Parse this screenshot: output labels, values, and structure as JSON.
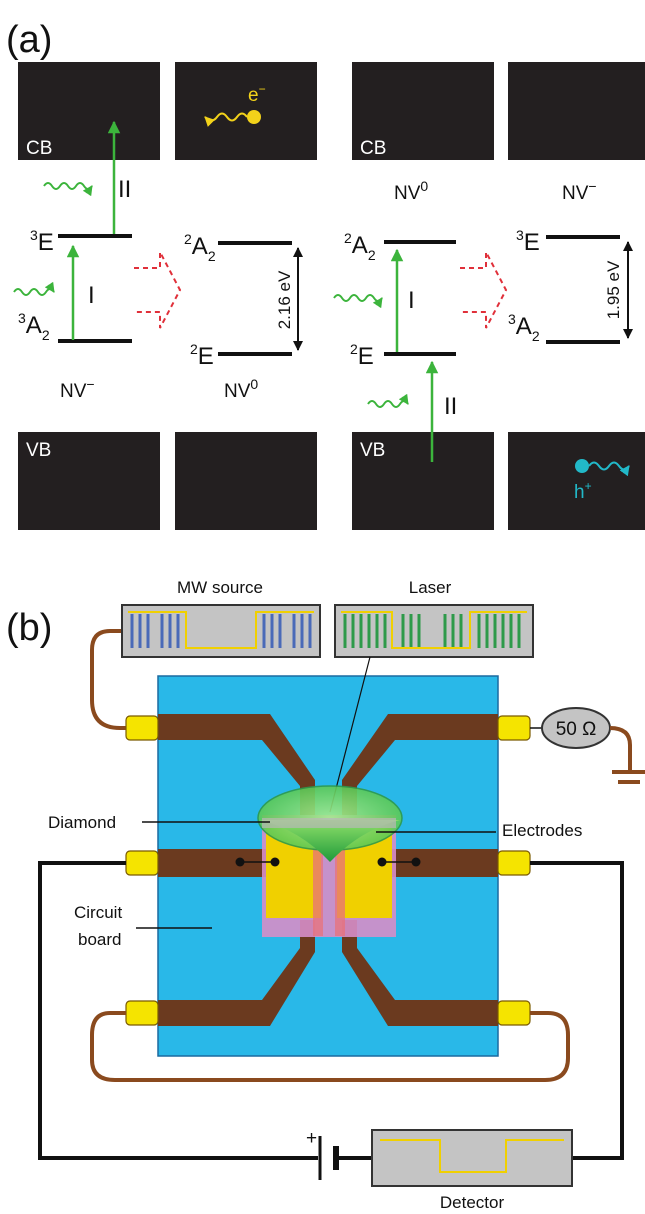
{
  "panel_a": {
    "label": "(a)",
    "cb": "CB",
    "vb": "VB",
    "left": {
      "upper_state": "E",
      "upper_sup": "3",
      "lower_state": "A",
      "lower_sub": "2",
      "lower_sup": "3",
      "step1": "I",
      "step2": "II",
      "caption": "NV",
      "caption_sup": "−",
      "electron": "e",
      "electron_sup": "−"
    },
    "left_result": {
      "upper_state": "A",
      "upper_sub": "2",
      "upper_sup": "2",
      "lower_state": "E",
      "lower_sup": "2",
      "energy": "2.16 eV",
      "caption": "NV",
      "caption_sup": "0"
    },
    "right": {
      "title": "NV",
      "title_sup": "0",
      "upper_state": "A",
      "upper_sub": "2",
      "upper_sup": "2",
      "lower_state": "E",
      "lower_sup": "2",
      "step1": "I",
      "step2": "II"
    },
    "right_result": {
      "title": "NV",
      "title_sup": "−",
      "upper_state": "E",
      "upper_sup": "3",
      "lower_state": "A",
      "lower_sub": "2",
      "lower_sup": "3",
      "energy": "1.95 eV",
      "hole": "h",
      "hole_sup": "+"
    },
    "colors": {
      "band": "#231f20",
      "arrow": "#3cb43c",
      "dashed": "#e0303a",
      "electron": "#f2d21a",
      "hole": "#22b8c8"
    }
  },
  "panel_b": {
    "label": "(b)",
    "mw_source": "MW source",
    "laser": "Laser",
    "resistor": "50 Ω",
    "diamond": "Diamond",
    "electrodes": "Electrodes",
    "circuit_board": [
      "Circuit",
      "board"
    ],
    "battery_plus": "+",
    "detector": "Detector",
    "colors": {
      "board": "#29b8e8",
      "trace": "#6b3a1f",
      "electrode": "#f0d000",
      "diamond": "#d68ec8",
      "beam": "#2db34a",
      "box": "#bdbdbd"
    }
  }
}
